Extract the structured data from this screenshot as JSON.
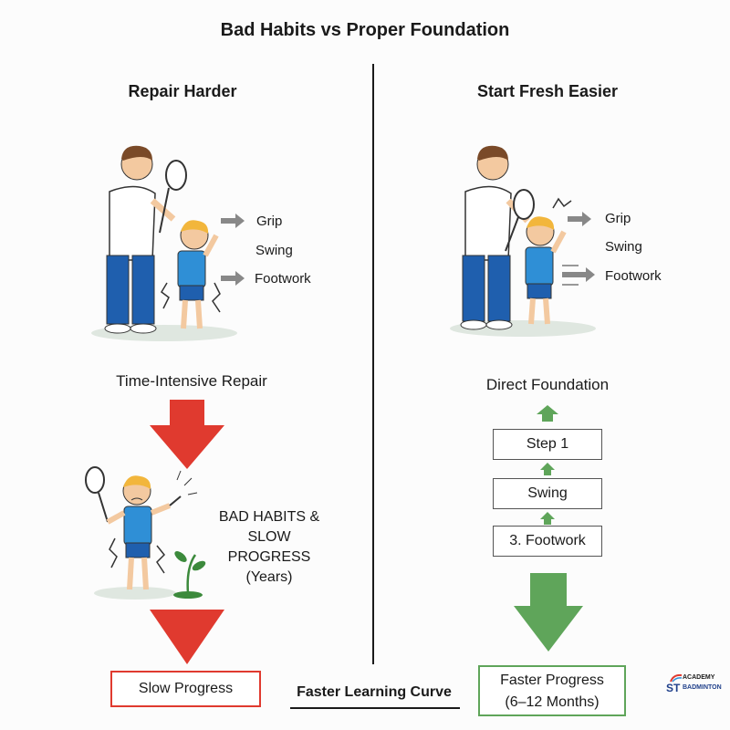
{
  "header": {
    "title": "Bad Habits vs Proper Foundation"
  },
  "left": {
    "heading": "Repair Harder",
    "skill_labels": [
      "Grip",
      "Swing",
      "Footwork"
    ],
    "stage_label": "Time-Intensive Repair",
    "warning_lines": [
      "BAD HABITS &",
      "SLOW PROGRESS",
      "(Years)"
    ],
    "result_label": "Slow Progress"
  },
  "right": {
    "heading": "Start Fresh Easier",
    "skill_labels": [
      "Grip",
      "Swing",
      "Footwork"
    ],
    "stage_label": "Direct Foundation",
    "steps": [
      "Step 1",
      "Swing",
      "3. Footwork"
    ],
    "result_lines": [
      "Faster Progress",
      "(6–12 Months)"
    ]
  },
  "footer": {
    "caption": "Faster Learning Curve"
  },
  "logo": {
    "line1": "ACADEMY",
    "line2": "ST",
    "line3": "BADMINTON"
  },
  "colors": {
    "red": "#e03a2f",
    "green": "#5fa55a",
    "shirt": "#2f8fd6",
    "pants": "#1f5fae"
  }
}
